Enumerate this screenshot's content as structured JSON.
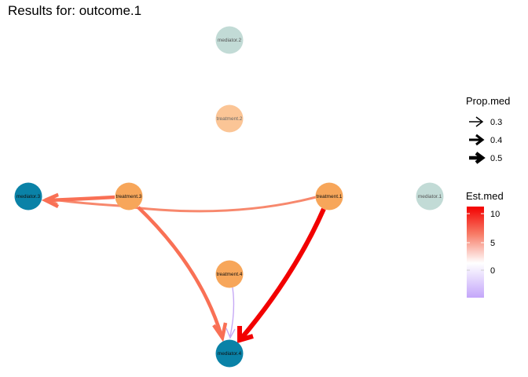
{
  "title": "Results for: outcome.1",
  "nodes": {
    "mediator_2": {
      "label": "mediator.2",
      "color": "#c2dbd6"
    },
    "treatment_2": {
      "label": "treatment.2",
      "color": "#fbc596"
    },
    "mediator_3": {
      "label": "mediator.3",
      "color": "#0a82a7"
    },
    "treatment_3": {
      "label": "treatment.3",
      "color": "#f7a65a"
    },
    "treatment_1": {
      "label": "treatment.1",
      "color": "#f7a65a"
    },
    "mediator_1": {
      "label": "mediator.1",
      "color": "#c2dbd6"
    },
    "treatment_4": {
      "label": "treatment.4",
      "color": "#f7a65a"
    },
    "mediator_4": {
      "label": "mediator.4",
      "color": "#0a82a7"
    }
  },
  "edges": [
    {
      "from": "treatment.3",
      "to": "mediator.3",
      "color": "#f97055",
      "prop_med": 0.4
    },
    {
      "from": "treatment.1",
      "to": "mediator.3",
      "color": "#f7886d",
      "prop_med": 0.3
    },
    {
      "from": "treatment.3",
      "to": "mediator.4",
      "color": "#f97055",
      "prop_med": 0.4
    },
    {
      "from": "treatment.1",
      "to": "mediator.4",
      "color": "#f20000",
      "prop_med": 0.5
    },
    {
      "from": "treatment.4",
      "to": "mediator.4",
      "color": "#c6a9f5",
      "prop_med": 0.3
    }
  ],
  "legend": {
    "prop_med": {
      "title": "Prop.med",
      "items": [
        {
          "label": "0.3",
          "value": 0.3
        },
        {
          "label": "0.4",
          "value": 0.4
        },
        {
          "label": "0.5",
          "value": 0.5
        }
      ]
    },
    "est_med": {
      "title": "Est.med",
      "ticks": [
        {
          "label": "10",
          "value": 10
        },
        {
          "label": "5",
          "value": 5
        },
        {
          "label": "0",
          "value": 0
        }
      ],
      "gradient_colors": [
        "#f40000",
        "#f77b66",
        "#ffffff",
        "#c4a6fa"
      ]
    }
  }
}
